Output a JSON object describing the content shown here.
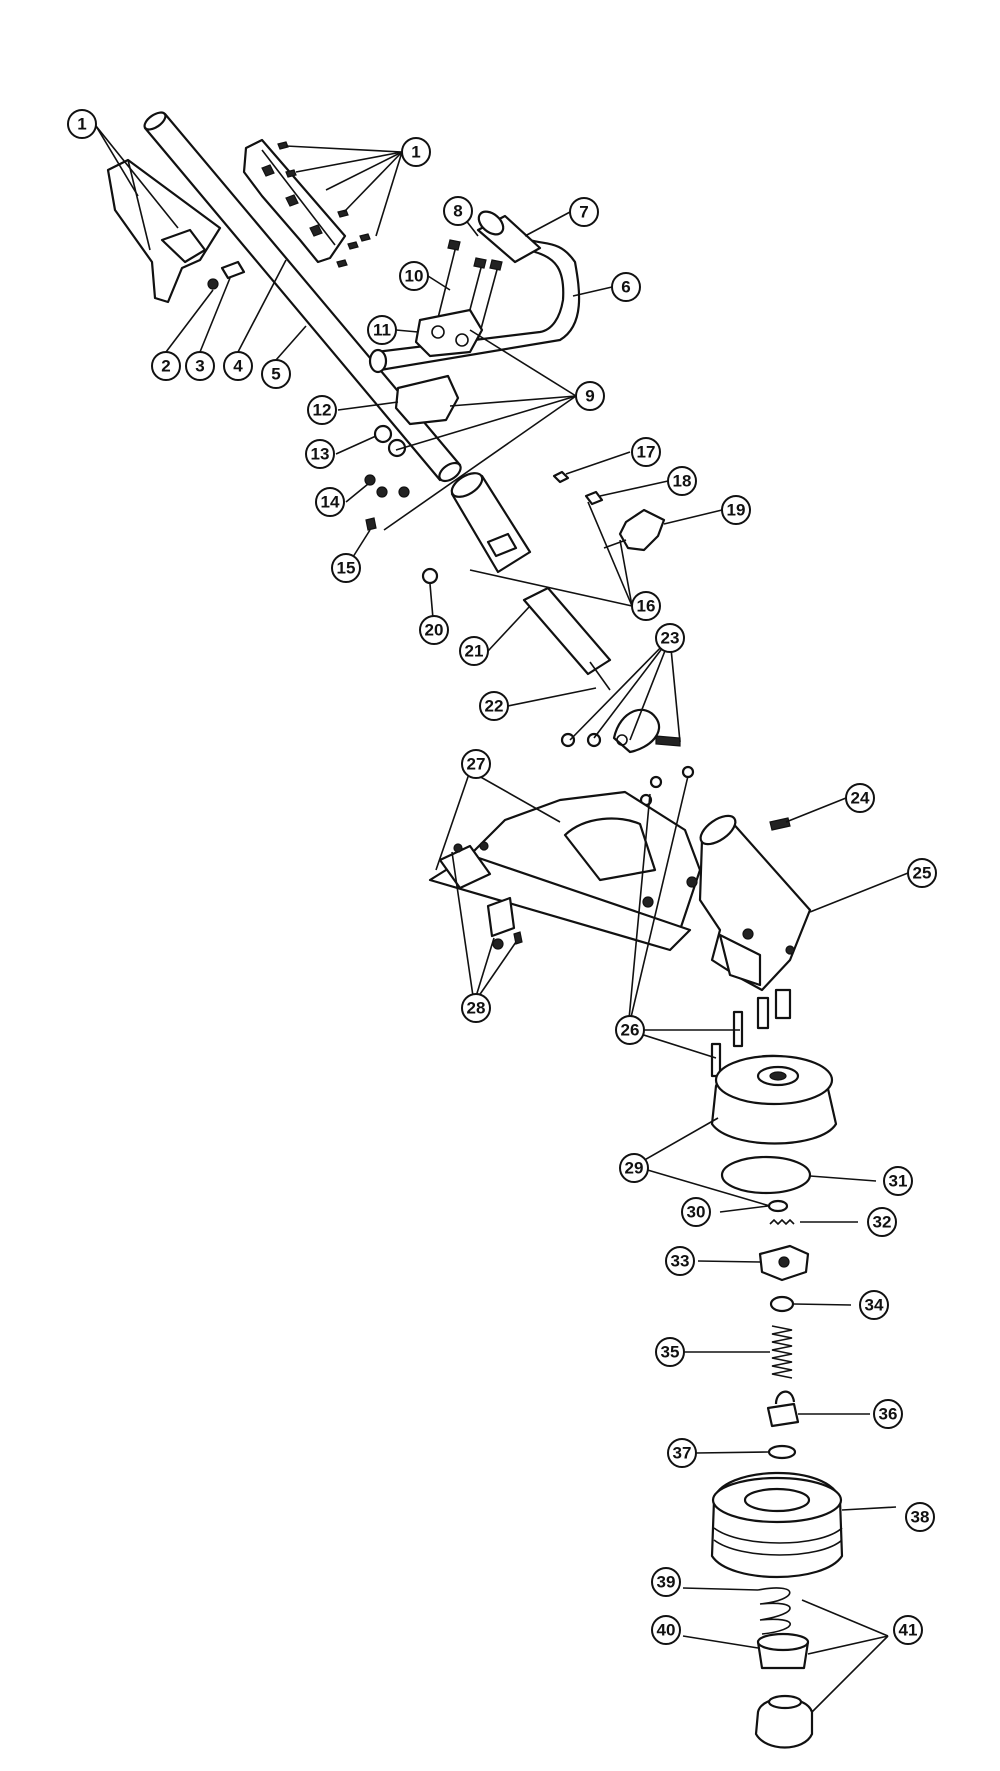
{
  "callouts": {
    "c1a": "1",
    "c1b": "1",
    "c2": "2",
    "c3": "3",
    "c4": "4",
    "c5": "5",
    "c6": "6",
    "c7": "7",
    "c8": "8",
    "c9": "9",
    "c10": "10",
    "c11": "11",
    "c12": "12",
    "c13": "13",
    "c14": "14",
    "c15": "15",
    "c16": "16",
    "c17": "17",
    "c18": "18",
    "c19": "19",
    "c20": "20",
    "c21": "21",
    "c22": "22",
    "c23": "23",
    "c24": "24",
    "c25": "25",
    "c26": "26",
    "c27": "27",
    "c28": "28",
    "c29": "29",
    "c30": "30",
    "c31": "31",
    "c32": "32",
    "c33": "33",
    "c34": "34",
    "c35": "35",
    "c36": "36",
    "c37": "37",
    "c38": "38",
    "c39": "39",
    "c40": "40",
    "c41": "41"
  }
}
